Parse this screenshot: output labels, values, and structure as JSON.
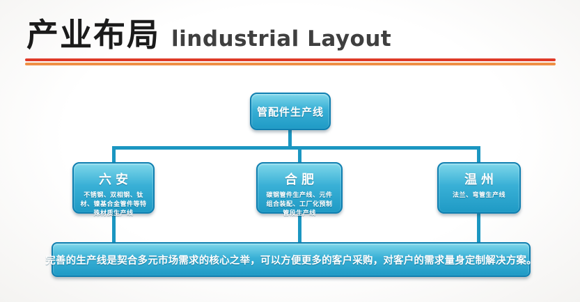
{
  "header": {
    "title_zh": "产业布局",
    "title_en": "lindustrial Layout",
    "divider_top_color": "#df3a28",
    "divider_bottom_color": "#ef8f45"
  },
  "diagram": {
    "root": {
      "label": "管配件生产线"
    },
    "branches": [
      {
        "city": "六安",
        "desc": "不锈钢、双相钢、钛材、镍基合金管件等特殊材质生产线"
      },
      {
        "city": "合肥",
        "desc": "碳钢管件生产线、元件组合装配、工厂化预制管段生产线"
      },
      {
        "city": "温州",
        "desc": "法兰、弯管生产线"
      }
    ],
    "summary": "完善的生产线是契合多元市场需求的核心之举，可以方便更多的客户采购，对客户的需求量身定制解决方案。",
    "colors": {
      "box_border": "#0f7fb0",
      "box_fill_top": "#7ed7ea",
      "box_fill_bottom": "#1f9ac5",
      "connector": "#1b96c1"
    }
  }
}
